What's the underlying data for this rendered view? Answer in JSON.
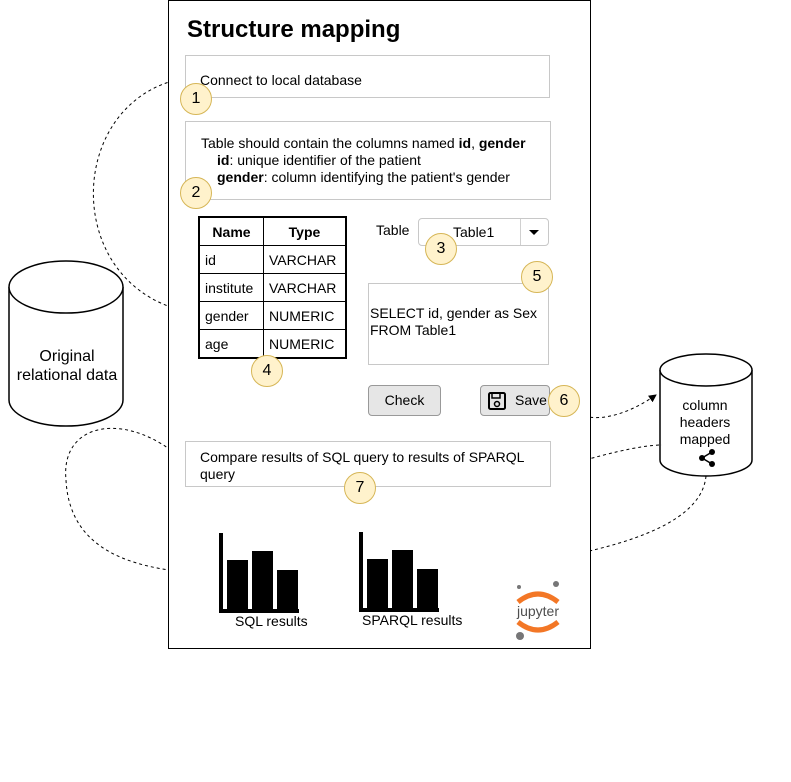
{
  "title": "Structure mapping",
  "step1": {
    "number": "1",
    "text": "Connect to local database"
  },
  "step2": {
    "number": "2",
    "line1_prefix": "Table should contain the columns named ",
    "line1_col1": "id",
    "line1_sep": ", ",
    "line1_col2": "gender",
    "line2_key": "id",
    "line2_rest": ": unique identifier of the patient",
    "line3_key": "gender",
    "line3_rest": ": column identifying the patient's gender"
  },
  "schema_table": {
    "headers": [
      "Name",
      "Type"
    ],
    "rows": [
      [
        "id",
        "VARCHAR"
      ],
      [
        "institute",
        "VARCHAR"
      ],
      [
        "gender",
        "NUMERIC"
      ],
      [
        "age",
        "NUMERIC"
      ]
    ],
    "number": "4"
  },
  "table_selector": {
    "label": "Table",
    "value": "Table1",
    "number": "3"
  },
  "sql_query": {
    "text": "SELECT id, gender as Sex FROM Table1",
    "number": "5"
  },
  "buttons": {
    "check": "Check",
    "save": "Save",
    "save_number": "6"
  },
  "step7": {
    "number": "7",
    "text": "Compare results of SQL query to results of SPARQL query"
  },
  "results": {
    "sql_caption": "SQL results",
    "sparql_caption": "SPARQL results"
  },
  "jupyter": {
    "wordmark": "jupyter"
  },
  "original_db": {
    "label_line1": "Original",
    "label_line2": "relational data"
  },
  "mapped_db": {
    "label_line1": "column",
    "label_line2": "headers",
    "label_line3": "mapped"
  },
  "colors": {
    "badge_fill": "#fff2cc",
    "badge_stroke": "#d6b656",
    "button_fill": "#e6e6e6",
    "jupyter_orange": "#f37726",
    "jupyter_grey": "#767677"
  },
  "icons": [
    "save-icon",
    "chevron-down-icon",
    "share-icon",
    "bar-chart-icon",
    "jupyter-logo"
  ]
}
